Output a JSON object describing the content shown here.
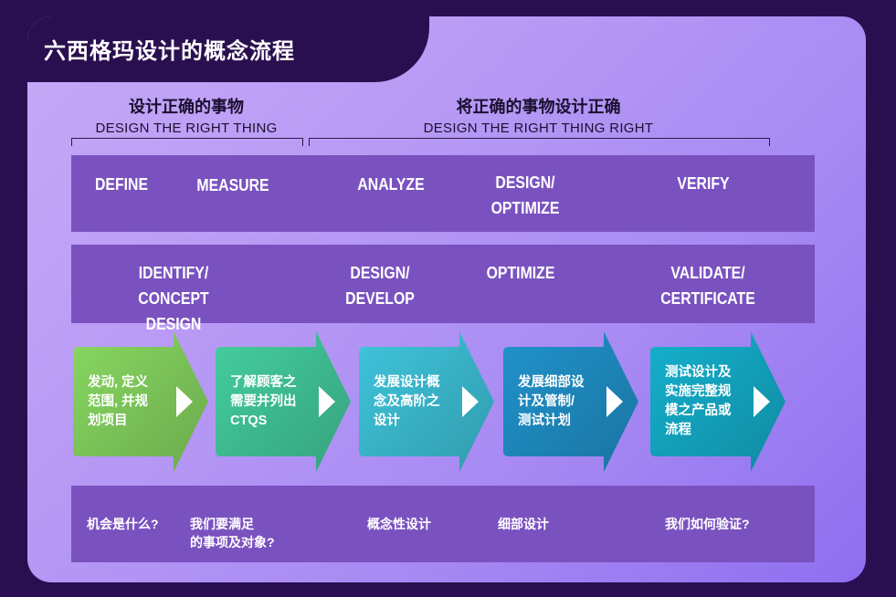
{
  "title": "六西格玛设计的概念流程",
  "headers": {
    "left": {
      "zh": "设计正确的事物",
      "en": "DESIGN THE RIGHT THING"
    },
    "right": {
      "zh": "将正确的事物设计正确",
      "en": "DESIGN THE RIGHT THING RIGHT"
    }
  },
  "row1": {
    "define": "DEFINE",
    "measure": "MEASURE",
    "analyze": "ANALYZE",
    "design_optimize_1": "DESIGN/",
    "design_optimize_2": "OPTIMIZE",
    "verify": "VERIFY"
  },
  "row2": {
    "identify_1": "IDENTIFY/",
    "identify_2": "CONCEPT DESIGN",
    "design_develop_1": "DESIGN/",
    "design_develop_2": "DEVELOP",
    "optimize": "OPTIMIZE",
    "validate_1": "VALIDATE/",
    "validate_2": "CERTIFICATE"
  },
  "steps": [
    {
      "lines": [
        "发动, 定义",
        "范围, 并规",
        "划项目"
      ],
      "color": "#7ec85a"
    },
    {
      "lines": [
        "了解顾客之",
        "需要并列出",
        "CTQS"
      ],
      "color": "#3fbf93"
    },
    {
      "lines": [
        "发展设计概",
        "念及高阶之",
        "设计"
      ],
      "color": "#3ab6cc"
    },
    {
      "lines": [
        "发展细部设",
        "计及管制/",
        "测试计划"
      ],
      "color": "#1e88bd"
    },
    {
      "lines": [
        "测试设计及",
        "实施完整规",
        "模之产品或",
        "流程"
      ],
      "color": "#13a3be"
    }
  ],
  "questions": {
    "q1": "机会是什么?",
    "q2_1": "我们要满足",
    "q2_2": "的事项及对象?",
    "q3": "概念性设计",
    "q4": "细部设计",
    "q5": "我们如何验证?"
  }
}
